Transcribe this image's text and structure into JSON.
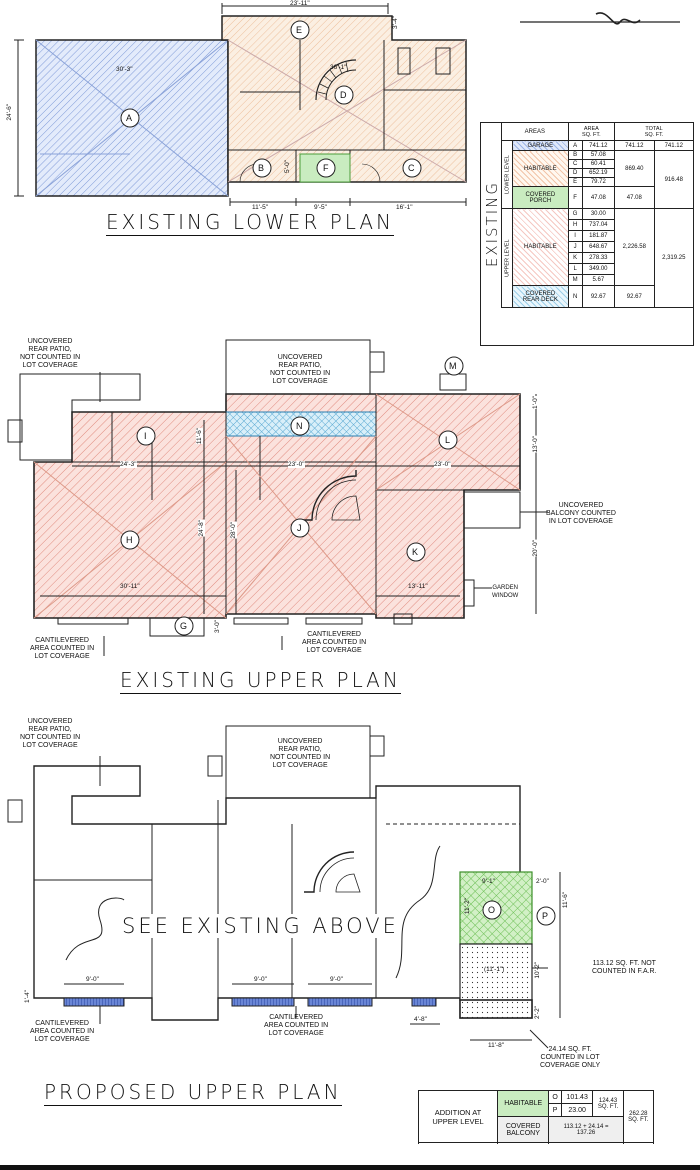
{
  "titles": {
    "lower": "EXISTING LOWER PLAN",
    "upper": "EXISTING UPPER PLAN",
    "proposed": "PROPOSED UPPER PLAN",
    "overlay": "SEE EXISTING ABOVE",
    "existing_vertical": "EXISTING"
  },
  "lower_plan": {
    "dims": {
      "top": "23'-11\"",
      "garage_width": "30'-3\"",
      "left": "24'-6\"",
      "side": "3'-4\"",
      "b": "11'-5\"",
      "f": "9'-5\"",
      "c": "16'-1\"",
      "small": "5'-0\"",
      "stair": "36'-1\""
    },
    "labels": [
      "A",
      "B",
      "C",
      "D",
      "E",
      "F"
    ]
  },
  "upper_plan": {
    "labels": [
      "G",
      "H",
      "I",
      "J",
      "K",
      "L",
      "M",
      "N"
    ],
    "dims": {
      "a": "24'-3\"",
      "b": "23'-0\"",
      "c": "23'-0\"",
      "d": "30'-11\"",
      "e": "13'-11\"",
      "f": "24'-8\"",
      "g": "28'-0\"",
      "h": "20'-0\"",
      "i": "13'-0\"",
      "j": "1'-0\"",
      "k": "3'-0\"",
      "l": "11'-6\""
    },
    "notes": {
      "patio_left": "UNCOVERED\nREAR PATIO,\nNOT COUNTED IN\nLOT COVERAGE",
      "patio_center": "UNCOVERED\nREAR PATIO,\nNOT COUNTED IN\nLOT COVERAGE",
      "balcony": "UNCOVERED\nBALCONY COUNTED\nIN LOT COVERAGE",
      "garden": "GARDEN\nWINDOW",
      "cant_left": "CANTILEVERED\nAREA COUNTED IN\nLOT COVERAGE",
      "cant_center": "CANTILEVERED\nAREA COUNTED IN\nLOT COVERAGE"
    }
  },
  "proposed_plan": {
    "labels": [
      "O",
      "P"
    ],
    "dims": {
      "a": "9'-0\"",
      "b": "9'-0\"",
      "c": "9'-0\"",
      "d": "9'-1\"",
      "e": "2'-0\"",
      "f": "11'-6\"",
      "g": "11'-2\"",
      "h": "10'-2\"",
      "i": "4'-8\"",
      "j": "11'-8\"",
      "k": "1'-4\"",
      "l": "2'-2\"",
      "m": "(11'-1\")"
    },
    "notes": {
      "patio_left": "UNCOVERED\nREAR PATIO,\nNOT COUNTED IN\nLOT COVERAGE",
      "patio_center": "UNCOVERED\nREAR PATIO,\nNOT COUNTED IN\nLOT COVERAGE",
      "cant_left": "CANTILEVERED\nAREA COUNTED IN\nLOT COVERAGE",
      "cant_center": "CANTILEVERED\nAREA COUNTED IN\nLOT COVERAGE",
      "far": "113.12 SQ. FT. NOT\nCOUNTED IN F.A.R.",
      "lot": "24.14 SQ. FT.\nCOUNTED IN LOT\nCOVERAGE ONLY"
    }
  },
  "existing_table": {
    "headers": [
      "AREAS",
      "AREA\nSQ. FT.",
      "TOTAL\nSQ. FT."
    ],
    "level_lower": "LOWER LEVEL",
    "level_upper": "UPPER LEVEL",
    "garage": {
      "name": "GARAGE",
      "id": "A",
      "area": "741.12",
      "total": "741.12",
      "grand": "741.12"
    },
    "lower_habitable": {
      "name": "HABITABLE",
      "rows": [
        [
          "B",
          "57.08"
        ],
        [
          "C",
          "60.41"
        ],
        [
          "D",
          "652.19"
        ],
        [
          "E",
          "79.72"
        ]
      ],
      "total": "869.40"
    },
    "porch": {
      "name": "COVERED\nPORCH",
      "id": "F",
      "area": "47.08",
      "total": "47.08"
    },
    "lower_grand": "916.48",
    "upper_habitable": {
      "name": "HABITABLE",
      "rows": [
        [
          "G",
          "30.00"
        ],
        [
          "H",
          "737.04"
        ],
        [
          "I",
          "181.87"
        ],
        [
          "J",
          "648.67"
        ],
        [
          "K",
          "278.33"
        ],
        [
          "L",
          "349.00"
        ],
        [
          "M",
          "5.67"
        ]
      ],
      "total": "2,226.58"
    },
    "deck": {
      "name": "COVERED\nREAR DECK",
      "id": "N",
      "area": "92.67",
      "total": "92.67"
    },
    "upper_grand": "2,319.25"
  },
  "addition_table": {
    "label": "ADDITION AT\nUPPER LEVEL",
    "habitable": "HABITABLE",
    "o": {
      "id": "O",
      "area": "101.43"
    },
    "p": {
      "id": "P",
      "area": "23.00"
    },
    "hab_total": "124.43\nSQ. FT.",
    "balcony": "COVERED\nBALCONY",
    "balcony_calc": "113.12 + 24.14 =\n137.26",
    "grand": "262.28\nSQ. FT."
  },
  "colors": {
    "habitable": "#f5c8c2",
    "lower_habitable": "#f2d9c0",
    "porch": "#c9ecc0",
    "deck": "#9ccfe8",
    "garage": "#9cb4e6",
    "addition_balcony": "#e8e8e8"
  }
}
